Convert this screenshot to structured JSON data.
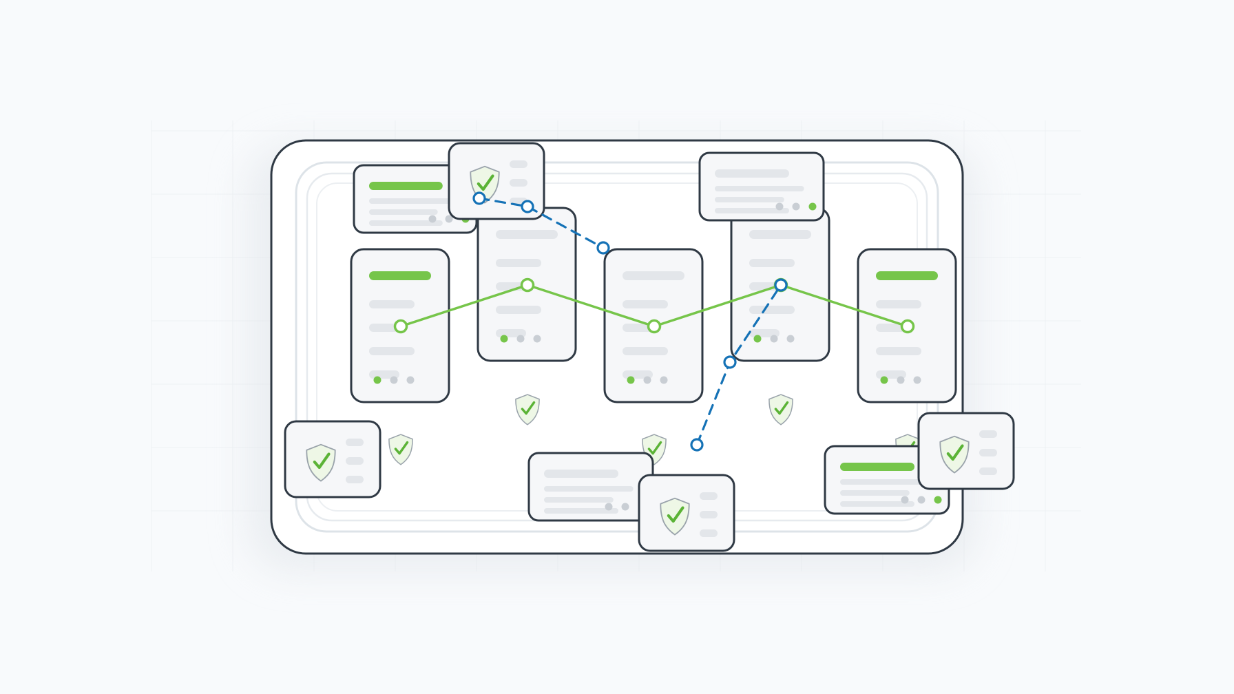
{
  "colors": {
    "background": "#f8fafc",
    "panel_fill": "#ffffff",
    "outline": "#2f3944",
    "card_fill": "#f6f7f9",
    "placeholder_bar": "#e3e6ea",
    "accent_green": "#76c54a",
    "shield_fill": "#eef7e6",
    "shield_stroke": "#9aa3ab",
    "check_green": "#5bb336",
    "blue_path": "#1572b6",
    "inner_track": "#dde3e8",
    "grid_line": "#eef1f4"
  },
  "icons": {
    "shield": "shield-check-icon",
    "node": "circle-node-icon"
  },
  "columns": [
    {
      "id": "col-1",
      "highlighted": true
    },
    {
      "id": "col-2",
      "highlighted": false
    },
    {
      "id": "col-3",
      "highlighted": false
    },
    {
      "id": "col-4",
      "highlighted": false
    },
    {
      "id": "col-5",
      "highlighted": true
    }
  ],
  "floating_cards": [
    {
      "id": "top-left-note",
      "type": "note",
      "highlighted": true
    },
    {
      "id": "top-shield-card",
      "type": "shield"
    },
    {
      "id": "top-right-note",
      "type": "note",
      "highlighted": false
    },
    {
      "id": "left-shield-card",
      "type": "shield"
    },
    {
      "id": "bottom-note",
      "type": "note",
      "highlighted": false
    },
    {
      "id": "bottom-shield-card",
      "type": "shield"
    },
    {
      "id": "right-note",
      "type": "note",
      "highlighted": true
    },
    {
      "id": "right-shield-card",
      "type": "shield"
    }
  ],
  "connections": {
    "green_path": {
      "style": "solid",
      "nodes": 5
    },
    "blue_path_upper": {
      "style": "dashed",
      "nodes": 3
    },
    "blue_path_lower": {
      "style": "dashed",
      "nodes": 3
    }
  }
}
